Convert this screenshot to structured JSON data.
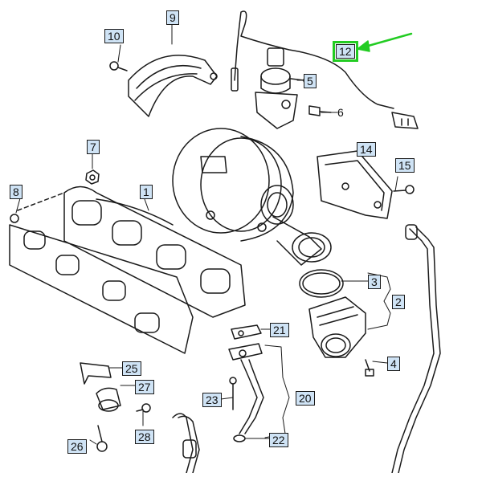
{
  "callouts": [
    {
      "id": "c10",
      "text": "10",
      "boxed": true
    },
    {
      "id": "c9",
      "text": "9",
      "boxed": true
    },
    {
      "id": "c12",
      "text": "12",
      "boxed": true,
      "highlight": true
    },
    {
      "id": "c5",
      "text": "5",
      "boxed": true
    },
    {
      "id": "c6",
      "text": "6",
      "boxed": false
    },
    {
      "id": "c7",
      "text": "7",
      "boxed": true
    },
    {
      "id": "c14",
      "text": "14",
      "boxed": true
    },
    {
      "id": "c15",
      "text": "15",
      "boxed": true
    },
    {
      "id": "c8",
      "text": "8",
      "boxed": true
    },
    {
      "id": "c1",
      "text": "1",
      "boxed": true
    },
    {
      "id": "c3",
      "text": "3",
      "boxed": true
    },
    {
      "id": "c2",
      "text": "2",
      "boxed": true
    },
    {
      "id": "c21",
      "text": "21",
      "boxed": true
    },
    {
      "id": "c4",
      "text": "4",
      "boxed": true
    },
    {
      "id": "c25",
      "text": "25",
      "boxed": true
    },
    {
      "id": "c27",
      "text": "27",
      "boxed": true
    },
    {
      "id": "c23",
      "text": "23",
      "boxed": true
    },
    {
      "id": "c20",
      "text": "20",
      "boxed": true
    },
    {
      "id": "c28",
      "text": "28",
      "boxed": true
    },
    {
      "id": "c22",
      "text": "22",
      "boxed": true
    },
    {
      "id": "c26",
      "text": "26",
      "boxed": true
    }
  ],
  "colors": {
    "callout_fill": "#cfe3f5",
    "line": "#1a1a1a",
    "highlight": "#22cc22"
  }
}
